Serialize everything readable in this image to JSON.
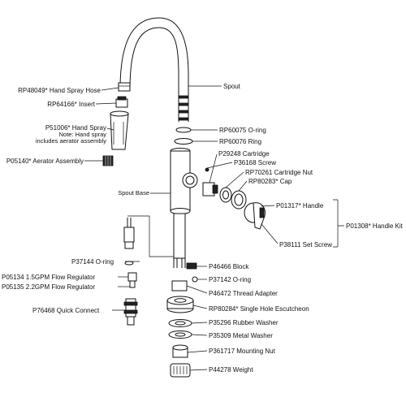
{
  "labels": {
    "hand_spray_hose": "RP48049* Hand Spray Hose",
    "insert": "RP64166* Insert",
    "hand_spray": "P51006* Hand Spray",
    "hand_spray_note_1": "Note: Hand spray",
    "hand_spray_note_2": "includes aerator assembly",
    "aerator_assembly": "P05140* Aerator Assembly",
    "spout": "Spout",
    "o_ring_top": "RP60075 O-ring",
    "ring": "RP60076 Ring",
    "cartridge": "P29248 Cartridge",
    "screw": "P36168 Screw",
    "cartridge_nut": "RP70261 Cartridge Nut",
    "cap": "RP80283* Cap",
    "spout_base": "Spout Base",
    "handle": "P01317* Handle",
    "handle_kit": "P01308* Handle Kit",
    "set_screw": "P38111 Set Screw",
    "o_ring_left": "P37144 O-ring",
    "flow_reg_15": "P05134 1.5GPM Flow Regulator",
    "flow_reg_22": "P05135 2.2GPM Flow Regulator",
    "quick_connect": "P76468 Quick Connect",
    "block": "P46466 Block",
    "o_ring_right": "P37142 O-ring",
    "thread_adapter": "P46472 Thread Adapter",
    "escutcheon": "RP80284* Single Hole Escutcheon",
    "rubber_washer": "P35296 Rubber Washer",
    "metal_washer": "P35309 Metal Washer",
    "mounting_nut": "P361717 Mounting Nut",
    "weight": "P44278 Weight"
  }
}
